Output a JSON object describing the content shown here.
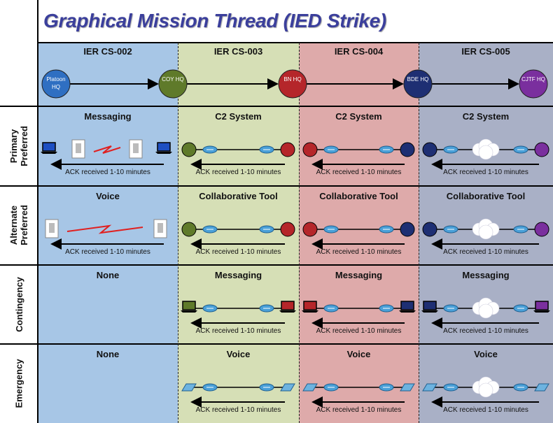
{
  "title": "Graphical Mission Thread (IED Strike)",
  "columns": [
    {
      "header": "IER CS-002",
      "bg": "#a7c6e6"
    },
    {
      "header": "IER CS-003",
      "bg": "#d6dfb6"
    },
    {
      "header": "IER CS-004",
      "bg": "#deaaaa"
    },
    {
      "header": "IER CS-005",
      "bg": "#a9b0c6"
    }
  ],
  "nodes": [
    {
      "label": "Platoon HQ",
      "color": "#2f6fc2"
    },
    {
      "label": "COY HQ",
      "color": "#5f7a2a"
    },
    {
      "label": "BN HQ",
      "color": "#b5262a"
    },
    {
      "label": "BDE HQ",
      "color": "#1e2f73"
    },
    {
      "label": "CJTF HQ",
      "color": "#7a2f9e"
    }
  ],
  "rows": [
    {
      "label": "Primary\nPreferred",
      "cells": [
        {
          "title": "Messaging",
          "ack": "ACK received 1-10 minutes"
        },
        {
          "title": "C2 System",
          "ack": "ACK received 1-10 minutes"
        },
        {
          "title": "C2 System",
          "ack": "ACK received 1-10 minutes"
        },
        {
          "title": "C2 System",
          "ack": "ACK received 1-10 minutes"
        }
      ]
    },
    {
      "label": "Alternate\nPreferred",
      "cells": [
        {
          "title": "Voice",
          "ack": "ACK received 1-10 minutes"
        },
        {
          "title": "Collaborative Tool",
          "ack": "ACK received 1-10 minutes"
        },
        {
          "title": "Collaborative Tool",
          "ack": "ACK received 1-10 minutes"
        },
        {
          "title": "Collaborative Tool",
          "ack": "ACK received 1-10 minutes"
        }
      ]
    },
    {
      "label": "Contingency",
      "cells": [
        {
          "title": "None",
          "ack": ""
        },
        {
          "title": "Messaging",
          "ack": "ACK received 1-10 minutes"
        },
        {
          "title": "Messaging",
          "ack": "ACK received 1-10 minutes"
        },
        {
          "title": "Messaging",
          "ack": "ACK received 1-10 minutes"
        }
      ]
    },
    {
      "label": "Emergency",
      "cells": [
        {
          "title": "None",
          "ack": ""
        },
        {
          "title": "Voice",
          "ack": "ACK received 1-10 minutes"
        },
        {
          "title": "Voice",
          "ack": "ACK received 1-10 minutes"
        },
        {
          "title": "Voice",
          "ack": "ACK received 1-10 minutes"
        }
      ]
    }
  ]
}
